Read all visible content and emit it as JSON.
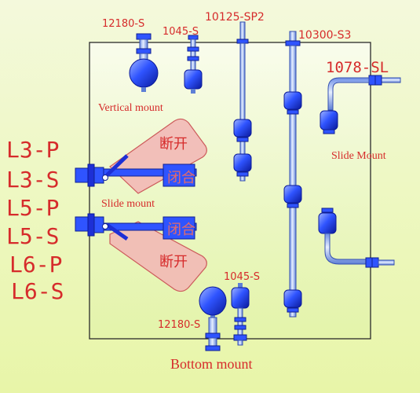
{
  "colors": {
    "label_red": "#d62b2b",
    "blue_dark": "#1d2fd6",
    "blue_mid": "#2f54ff",
    "pipe_light": "#b9d3ff",
    "panel_border": "#2a2a2a",
    "arm_fill": "#f2b5b5",
    "arm_stroke": "#cc5a5a",
    "page_bg": "#eef8c4"
  },
  "labels": {
    "p12180_top": "12180-S",
    "p1045_top": "1045-S",
    "p10125": "10125-SP2",
    "p10300": "10300-S3",
    "p1078": "1078-SL",
    "vertical_mount": "Vertical mount",
    "slide_mount_right": "Slide Mount",
    "slide_mount_left": "Slide mount",
    "bottom_mount": "Bottom mount",
    "p1045_bottom": "1045-S",
    "p12180_bottom": "12180-S",
    "cn_open_top": "断开",
    "cn_closed_top": "闭合",
    "cn_closed_bottom": "闭合",
    "cn_open_bottom": "断开"
  },
  "side_codes": [
    "L3-P",
    "L3-S",
    "L5-P",
    "L5-S",
    "L6-P",
    "L6-S"
  ]
}
